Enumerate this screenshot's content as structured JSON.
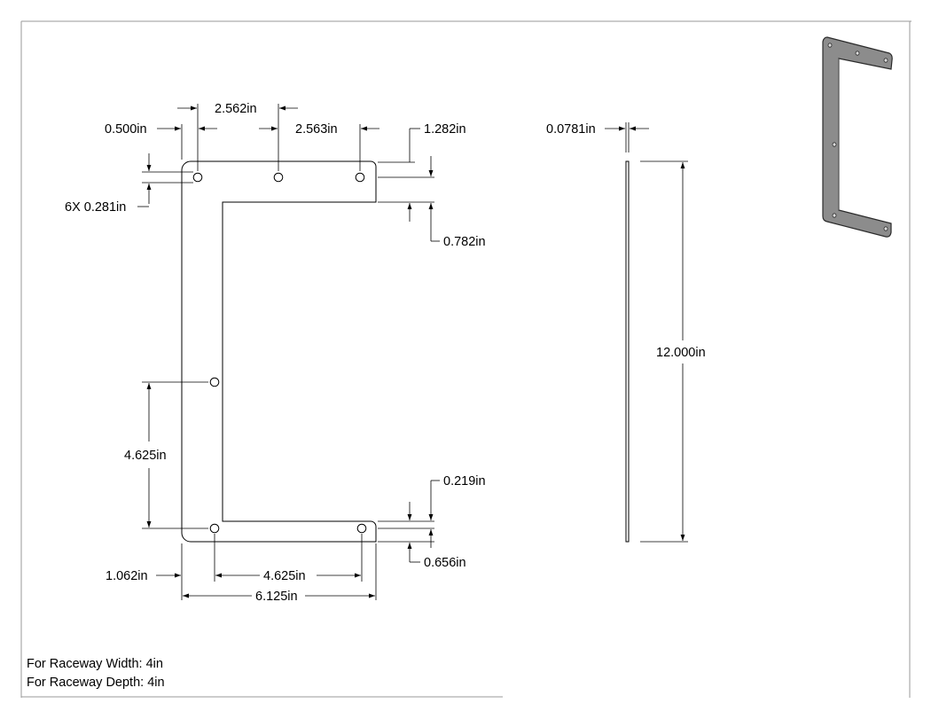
{
  "dimensions": {
    "hole_spacing_left": "2.562in",
    "hole_spacing_right": "2.563in",
    "hole_edge_offset": "0.500in",
    "right_tab_length": "1.282in",
    "hole_diameter": "6X 0.281in",
    "top_flange_depth": "0.782in",
    "side_hole_spacing": "4.625in",
    "bottom_tab_offset": "0.219in",
    "bottom_flange_depth": "0.656in",
    "bottom_hole_offset": "1.062in",
    "bottom_hole_spacing": "4.625in",
    "overall_width": "6.125in",
    "thickness": "0.0781in",
    "overall_height": "12.000in"
  },
  "notes": {
    "raceway_width": "For Raceway Width: 4in",
    "raceway_depth": "For Raceway Depth: 4in"
  },
  "colors": {
    "line": "#000000",
    "border": "#9a9a9a",
    "iso_fill": "#8c8c8c",
    "iso_edge": "#2b2b2b"
  }
}
